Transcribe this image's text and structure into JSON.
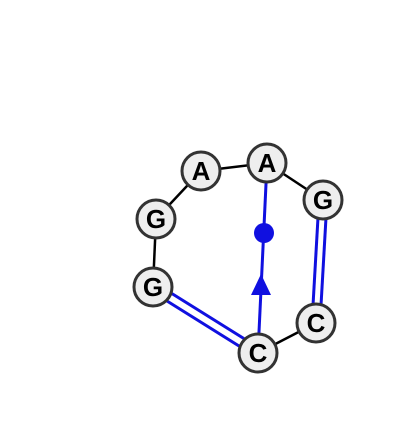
{
  "diagram": {
    "nucleotides": [
      {
        "id": "n1",
        "letter": "G"
      },
      {
        "id": "n2",
        "letter": "G"
      },
      {
        "id": "n3",
        "letter": "A"
      },
      {
        "id": "n4",
        "letter": "A"
      },
      {
        "id": "n5",
        "letter": "G"
      },
      {
        "id": "n6",
        "letter": "C"
      },
      {
        "id": "n7",
        "letter": "C"
      }
    ],
    "backbone": [
      [
        "n1",
        "n2"
      ],
      [
        "n2",
        "n3"
      ],
      [
        "n3",
        "n4"
      ],
      [
        "n4",
        "n5"
      ],
      [
        "n6",
        "n7"
      ]
    ],
    "base_pairs": [
      {
        "from": "n1",
        "to": "n7",
        "type": "canonical"
      },
      {
        "from": "n5",
        "to": "n6",
        "type": "canonical"
      },
      {
        "from": "n4",
        "to": "n7",
        "type": "non-canonical"
      }
    ],
    "colors": {
      "pair": "#1010e0",
      "backbone": "#000000",
      "node_fill": "#eeeeee",
      "node_stroke": "#333333"
    }
  }
}
